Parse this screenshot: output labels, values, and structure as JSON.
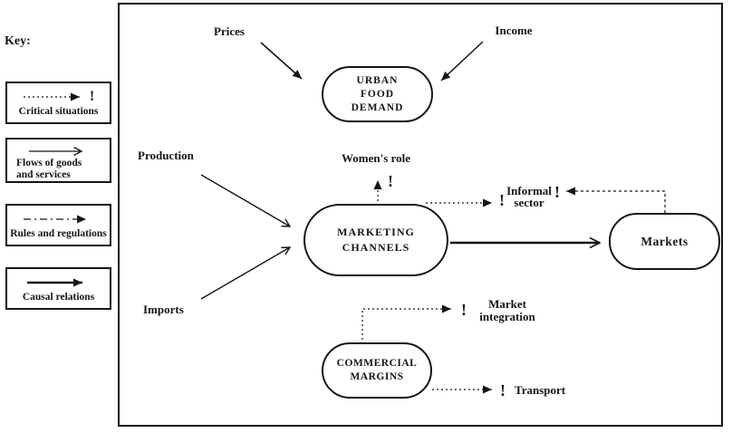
{
  "key": {
    "title": "Key:",
    "exclamation": "!",
    "items": [
      {
        "label": "Critical situations"
      },
      {
        "label_line1": "Flows of goods",
        "label_line2": "and services"
      },
      {
        "label": "Rules and regulations"
      },
      {
        "label": "Causal relations"
      }
    ]
  },
  "diagram": {
    "exclamation": "!",
    "labels": {
      "prices": "Prices",
      "income": "Income",
      "production": "Production",
      "imports": "Imports",
      "womens_role": "Women's role",
      "informal_line1": "Informal",
      "informal_line2": "sector",
      "market_integration_line1": "Market",
      "market_integration_line2": "integration",
      "transport": "Transport"
    },
    "nodes": {
      "urban_food_demand": {
        "line1": "URBAN",
        "line2": "FOOD",
        "line3": "DEMAND"
      },
      "marketing_channels": {
        "line1": "MARKETING",
        "line2": "CHANNELS"
      },
      "markets": {
        "label": "Markets"
      },
      "commercial_margins": {
        "line1": "COMMERCIAL",
        "line2": "MARGINS"
      }
    }
  },
  "colors": {
    "ink": "#151515",
    "background": "#ffffff"
  }
}
